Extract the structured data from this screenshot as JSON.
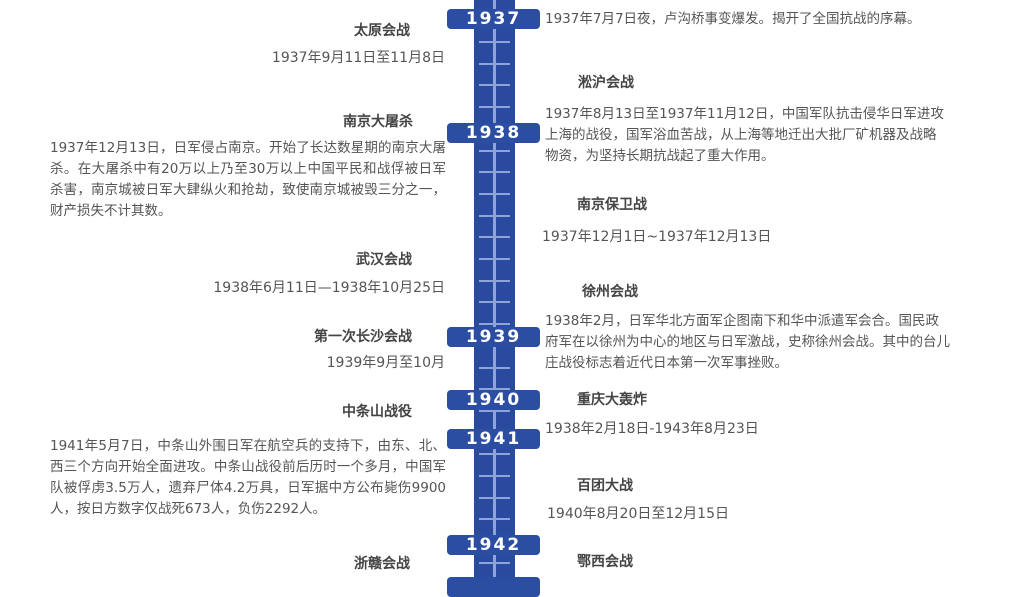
{
  "years": [
    "1937",
    "1938",
    "1939",
    "1940",
    "1941",
    "1942"
  ],
  "left": [
    {
      "title": "太原会战",
      "date": "1937年9月11日至11月8日"
    },
    {
      "title": "南京大屠杀",
      "text": "1937年12月13日，日军侵占南京。开始了长达数星期的南京大屠杀。在大屠杀中有20万以上乃至30万以上中国平民和战俘被日军杀害，南京城被日军大肆纵火和抢劫，致使南京城被毁三分之一，财产损失不计其数。"
    },
    {
      "title": "武汉会战",
      "date": "1938年6月11日—1938年10月25日"
    },
    {
      "title": "第一次长沙会战",
      "date": "1939年9月至10月"
    },
    {
      "title": "中条山战役",
      "text": "1941年5月7日，中条山外围日军在航空兵的支持下，由东、北、西三个方向开始全面进攻。中条山战役前后历时一个多月，中国军队被俘虏3.5万人，遗弃尸体4.2万具，日军据中方公布毙伤9900人，按日方数字仅战死673人，负伤2292人。"
    },
    {
      "title": "浙赣会战"
    }
  ],
  "right": [
    {
      "text": "1937年7月7日夜，卢沟桥事变爆发。揭开了全国抗战的序幕。"
    },
    {
      "title": "淞沪会战",
      "text": "1937年8月13日至1937年11月12日，中国军队抗击侵华日军进攻上海的战役，国军浴血苦战，从上海等地迁出大批厂矿机器及战略物资，为坚持长期抗战起了重大作用。"
    },
    {
      "title": "南京保卫战",
      "date": "1937年12月1日~1937年12月13日"
    },
    {
      "title": "徐州会战",
      "text": "1938年2月，日军华北方面军企图南下和华中派遣军会合。国民政府军在以徐州为中心的地区与日军激战，史称徐州会战。其中的台儿庄战役标志着近代日本第一次军事挫败。"
    },
    {
      "title": "重庆大轰炸",
      "date": "1938年2月18日-1943年8月23日"
    },
    {
      "title": "百团大战",
      "date": "1940年8月20日至12月15日"
    },
    {
      "title": "鄂西会战"
    }
  ]
}
